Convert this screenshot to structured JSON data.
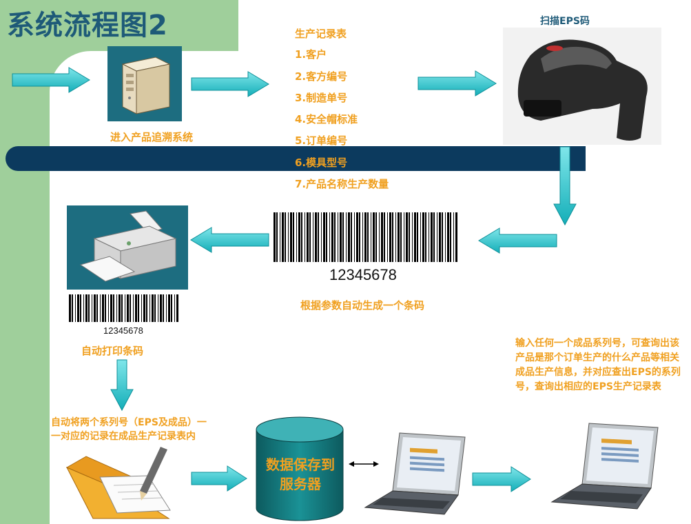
{
  "title": "系统流程图2",
  "colors": {
    "green": "#9fcf9b",
    "teal": "#20c0c8",
    "navy": "#0c3a5e",
    "orange": "#f0a020"
  },
  "steps": {
    "enter_system": "进入产品追溯系统",
    "scan_eps": "扫描EPS码",
    "generate_barcode": "根据参数自动生成一个条码",
    "auto_print": "自动打印条码",
    "record_line1": "自动将两个系列号（EPS及成品）一",
    "record_line2": "一对应的记录在成品生产记录表内",
    "server": "数据保存到服务器",
    "query_text": "输入任何一个成品系列号，可查询出该产品是那个订单生产的什么产品等相关成品生产信息，并对应查出EPS的系列号，查询出相应的EPS生产记录表"
  },
  "record_list": {
    "heading": "生产记录表",
    "items": [
      "1.客户",
      "2.客方编号",
      "3.制造单号",
      "4.安全帽标准",
      "5.订单编号",
      "6.模具型号",
      "7.产品名称生产数量"
    ]
  },
  "barcode_big": "12345678",
  "barcode_small": "12345678"
}
